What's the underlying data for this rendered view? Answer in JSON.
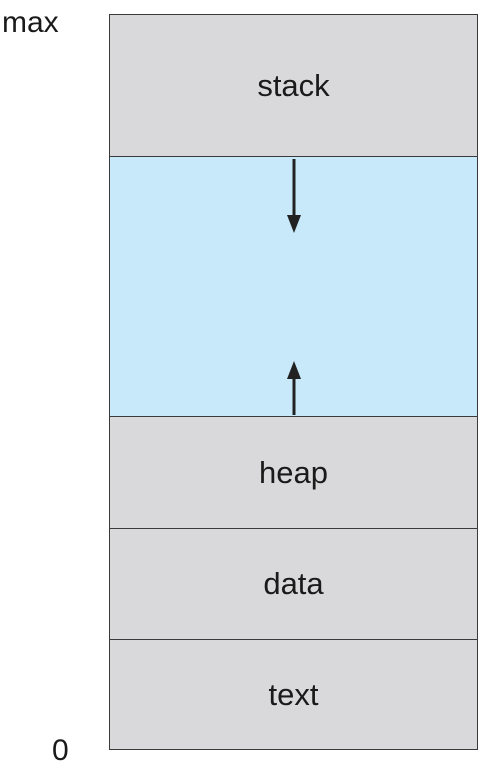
{
  "address_labels": {
    "max": "max",
    "zero": "0"
  },
  "segments": {
    "stack": "stack",
    "heap": "heap",
    "data": "data",
    "text": "text"
  },
  "colors": {
    "segment_fill": "#d9d9db",
    "free_space_fill": "#c8e9f9",
    "border": "#3a3a3a"
  },
  "icons": {
    "stack_growth": "arrow-down-icon",
    "heap_growth": "arrow-up-icon"
  }
}
